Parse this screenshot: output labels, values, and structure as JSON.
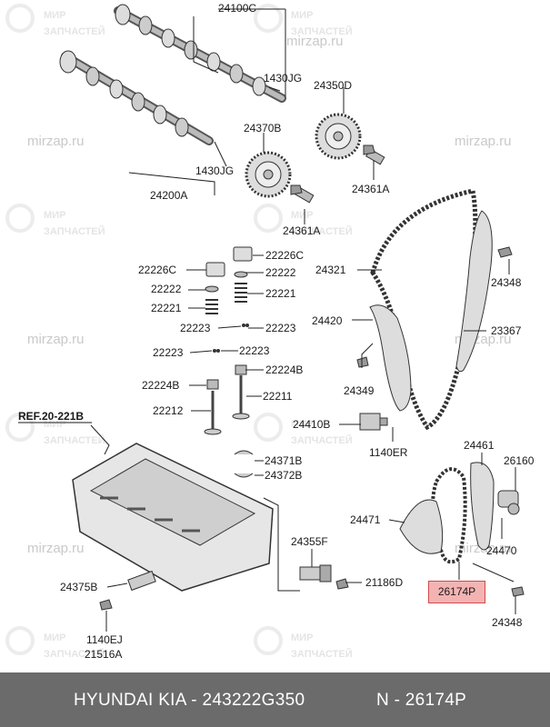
{
  "watermark": {
    "brand_line1": "МИР",
    "brand_line2": "ЗАПЧАСТЕЙ",
    "url": "mirzap.ru"
  },
  "reference": "REF.20-221B",
  "labels": {
    "p24100C": "24100C",
    "p1430JG_a": "1430JG",
    "p24350D": "24350D",
    "p24370B": "24370B",
    "p1430JG_b": "1430JG",
    "p24361A_a": "24361A",
    "p24200A": "24200A",
    "p24361A_b": "24361A",
    "p22226C_a": "22226C",
    "p22226C_b": "22226C",
    "p22222_a": "22222",
    "p22222_b": "22222",
    "p22221_a": "22221",
    "p22221_b": "22221",
    "p22223_a": "22223",
    "p22223_b": "22223",
    "p22223_c": "22223",
    "p22223_d": "22223",
    "p22224B_a": "22224B",
    "p22224B_b": "22224B",
    "p22212": "22212",
    "p22211": "22211",
    "p24321": "24321",
    "p24348_a": "24348",
    "p24420": "24420",
    "p23367": "23367",
    "p24349": "24349",
    "p24410B": "24410B",
    "p1140ER": "1140ER",
    "p24371B": "24371B",
    "p24372B": "24372B",
    "p24461": "24461",
    "p26160": "26160",
    "p24471": "24471",
    "p24470": "24470",
    "p24355F": "24355F",
    "p21186D": "21186D",
    "p24375B": "24375B",
    "p26174P": "26174P",
    "p24348_b": "24348",
    "p1140EJ": "1140EJ",
    "p21516A": "21516A"
  },
  "footer": {
    "brand_part": "HYUNDAI  KIA - 243222G350",
    "number": "N - 26174P"
  },
  "colors": {
    "footer_bg": "#6b6b6b",
    "highlight_bg": "#f4b3b3",
    "highlight_border": "#d04a4a"
  }
}
